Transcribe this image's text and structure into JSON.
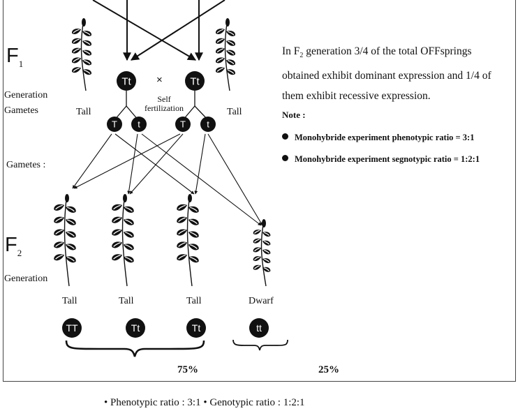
{
  "f1": {
    "letter": "F",
    "sub": "1"
  },
  "f2": {
    "letter": "F",
    "sub": "2"
  },
  "generation_label": "Generation",
  "gametes_label": "Gametes",
  "gametes_label_2": "Gametes :",
  "cross_symbol": "×",
  "self_fertilization": [
    "Self",
    "fertilization"
  ],
  "parents": [
    {
      "genotype": "Tt",
      "phenotype": "Tall"
    },
    {
      "genotype": "Tt",
      "phenotype": "Tall"
    }
  ],
  "gametes": [
    "T",
    "t",
    "T",
    "t"
  ],
  "offspring": [
    {
      "genotype": "TT",
      "phenotype": "Tall"
    },
    {
      "genotype": "Tt",
      "phenotype": "Tall"
    },
    {
      "genotype": "Tt",
      "phenotype": "Tall"
    },
    {
      "genotype": "tt",
      "phenotype": "Dwarf"
    }
  ],
  "percent_dominant": "75%",
  "percent_recessive": "25%",
  "explanation": {
    "part1": "In F",
    "sub": "2",
    "part2": " generation 3/4 of the total OFFsprings obtained exhibit dominant expression and 1/4 of them exhibit recessive expression."
  },
  "note_title": "Note :",
  "notes": [
    "Monohybride experiment phenotypic ratio = 3:1",
    "Monohybride experiment segnotypic ratio = 1:2:1"
  ],
  "footer": "• Phenotypic ratio : 3:1 • Genotypic ratio : 1:2:1"
}
